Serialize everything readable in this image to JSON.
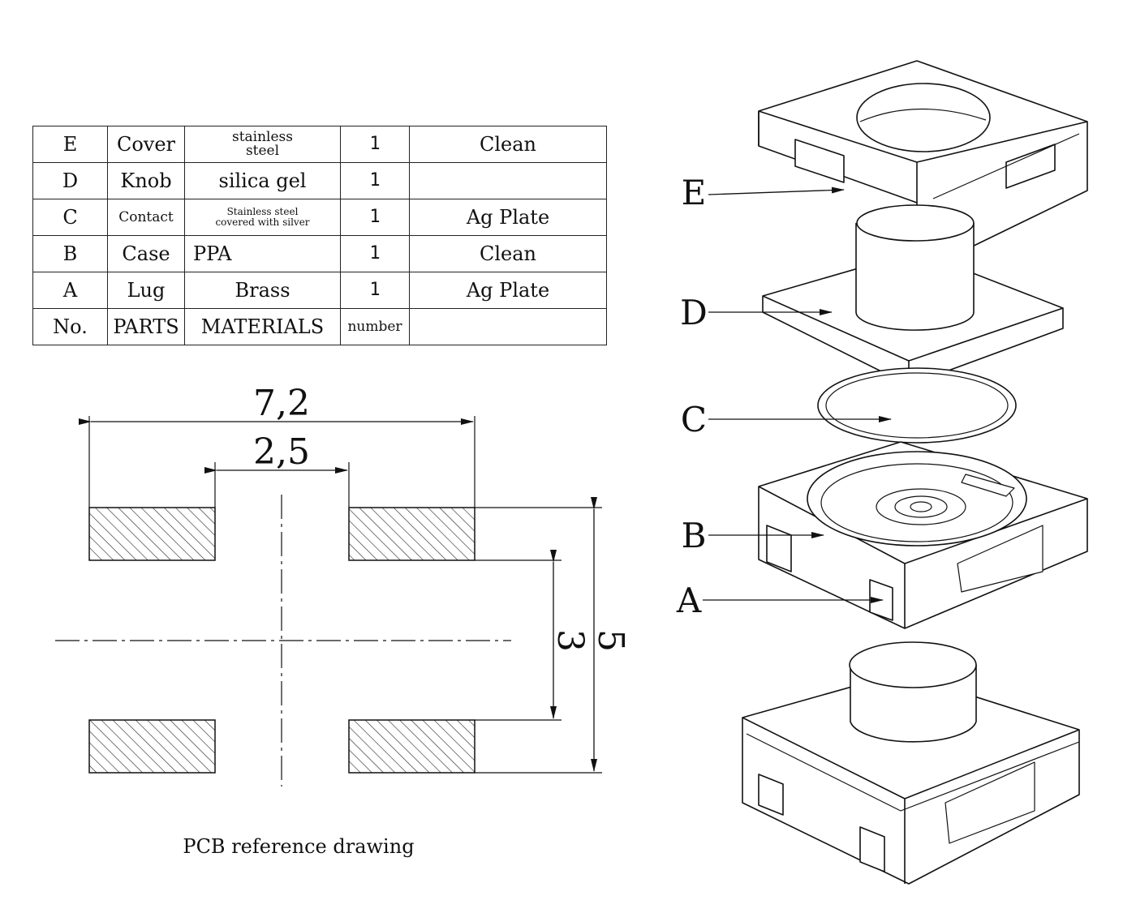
{
  "parts_table": {
    "rows": [
      {
        "no": "E",
        "part": "Cover",
        "material_line1": "stainless",
        "material_line2": "steel",
        "number": "1",
        "finish": "Clean"
      },
      {
        "no": "D",
        "part": "Knob",
        "material": "silica gel",
        "number": "1",
        "finish": ""
      },
      {
        "no": "C",
        "part": "Contact",
        "material_line1": "Stainless steel",
        "material_line2": "covered with silver",
        "number": "1",
        "finish": "Ag Plate"
      },
      {
        "no": "B",
        "part": "Case",
        "material": "PPA",
        "number": "1",
        "finish": "Clean"
      },
      {
        "no": "A",
        "part": "Lug",
        "material": "Brass",
        "number": "1",
        "finish": "Ag Plate"
      }
    ],
    "header": {
      "no": "No.",
      "part": "PARTS",
      "material": "MATERIALS",
      "number": "number",
      "finish": ""
    }
  },
  "pcb": {
    "dim_outer": "7,2",
    "dim_inner": "2,5",
    "dim_pad_pitch": "3",
    "dim_total_height": "5",
    "caption": "PCB reference drawing"
  },
  "exploded_view": {
    "callouts": [
      "E",
      "D",
      "C",
      "B",
      "A"
    ]
  }
}
